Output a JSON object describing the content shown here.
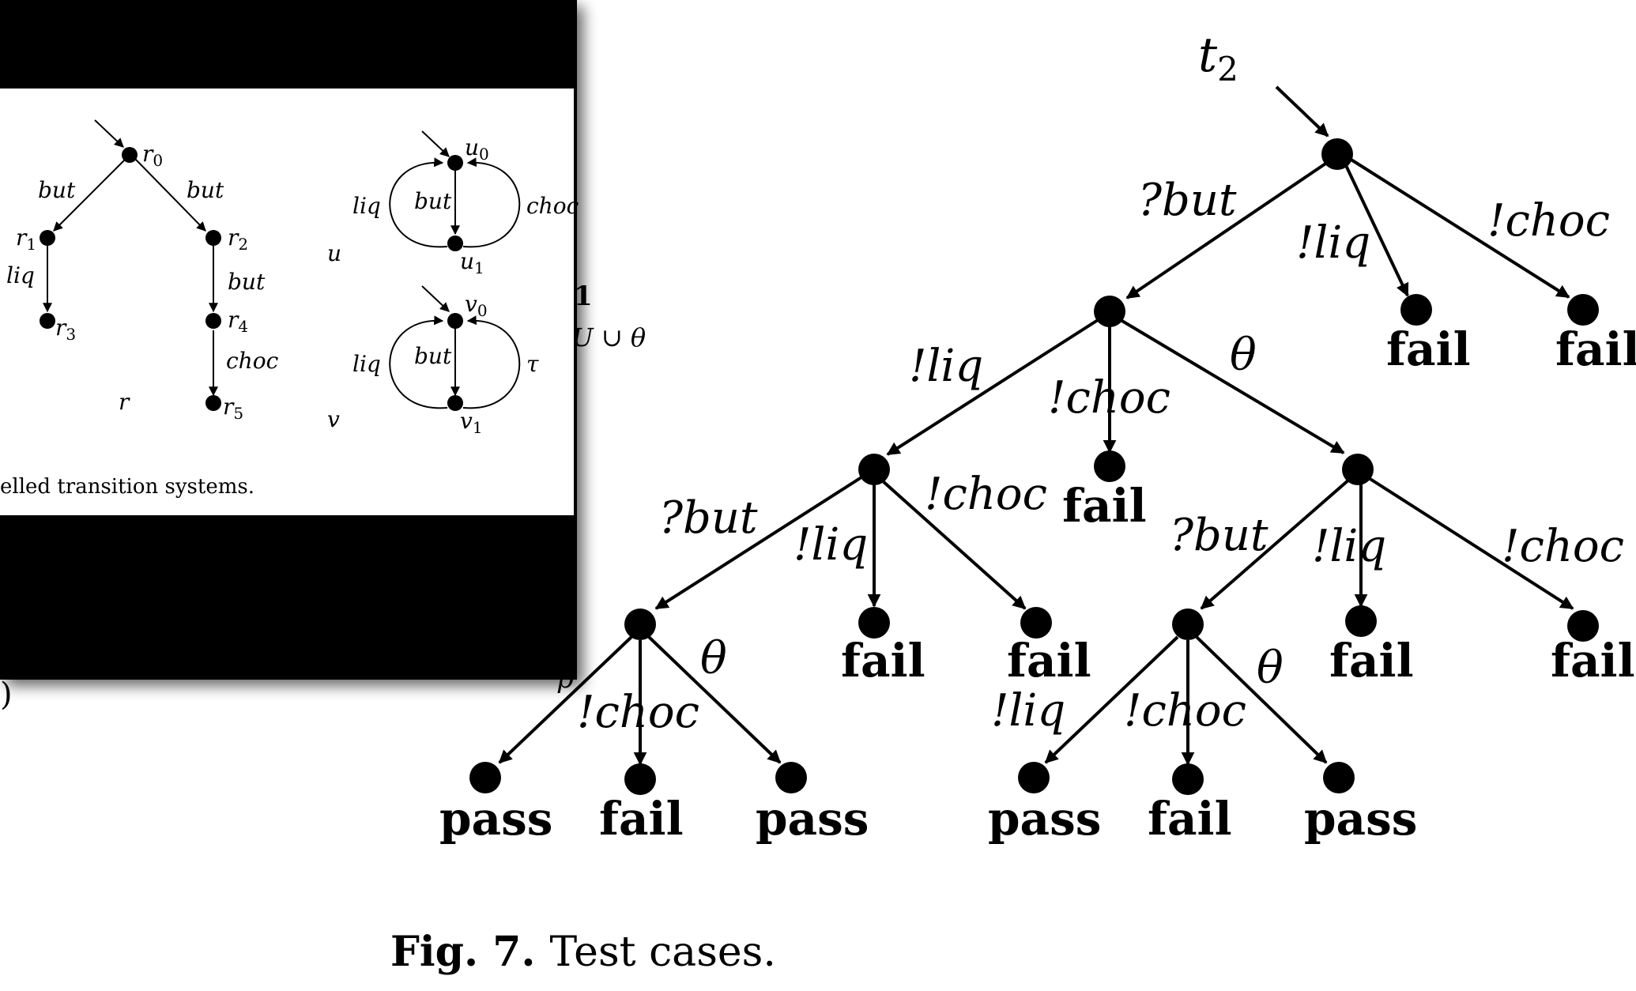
{
  "test_tree": {
    "title": "t",
    "title_sub": "2",
    "labels": {
      "but_in": "?but",
      "liq_out": "!liq",
      "choc_out": "!choc",
      "theta": "θ"
    },
    "verdicts": {
      "fail": "fail",
      "pass": "pass"
    }
  },
  "caption": {
    "number": "Fig. 7.",
    "text": "Test cases."
  },
  "overlay": {
    "r": {
      "name": "r",
      "states": [
        "r",
        "r",
        "r",
        "r",
        "r",
        "r"
      ],
      "state_subs": [
        "0",
        "1",
        "2",
        "3",
        "4",
        "5"
      ],
      "labels": [
        "but",
        "but",
        "liq",
        "but",
        "choc"
      ]
    },
    "u": {
      "name": "u",
      "states": [
        "u",
        "u"
      ],
      "state_subs": [
        "0",
        "1"
      ],
      "labels": [
        "liq",
        "but",
        "choc"
      ]
    },
    "v": {
      "name": "v",
      "states": [
        "v",
        "v"
      ],
      "state_subs": [
        "0",
        "1"
      ],
      "labels": [
        "liq",
        "but",
        "τ"
      ]
    },
    "caption_fragment": "elled transition systems."
  },
  "behind_fragments": {
    "one": "1",
    "union": "ₗU ∪ θ",
    "paren": ")",
    "p": "p"
  }
}
